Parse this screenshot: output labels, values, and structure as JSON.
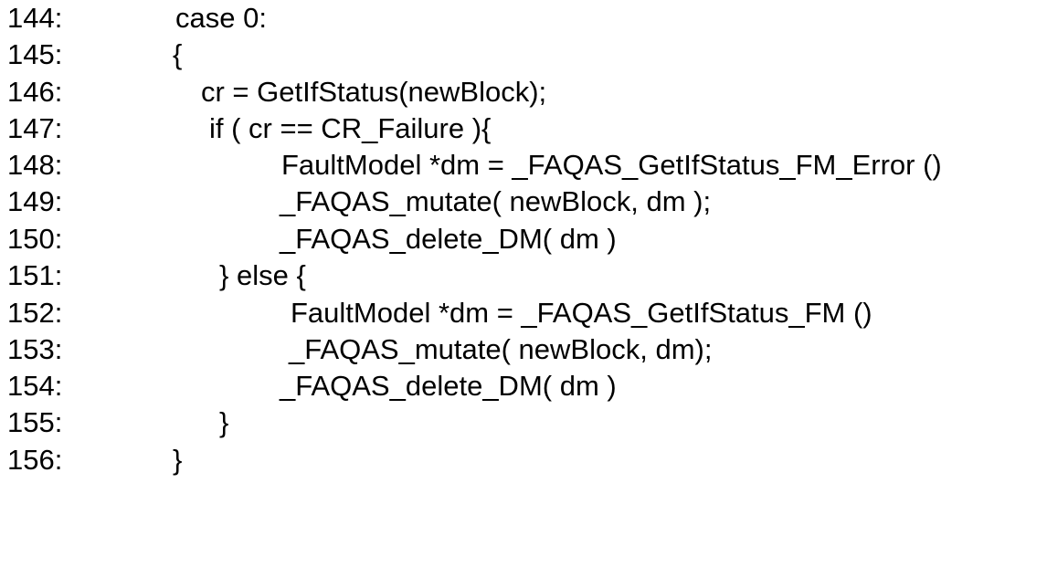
{
  "listing": {
    "lines": [
      {
        "number": "144:",
        "code": "case 0:"
      },
      {
        "number": "145:",
        "code": "{"
      },
      {
        "number": "146:",
        "code": "cr = GetIfStatus(newBlock);"
      },
      {
        "number": "147:",
        "code": "if ( cr == CR_Failure ){"
      },
      {
        "number": "148:",
        "code": "FaultModel *dm = _FAQAS_GetIfStatus_FM_Error ()"
      },
      {
        "number": "149:",
        "code": "_FAQAS_mutate( newBlock, dm );"
      },
      {
        "number": "150:",
        "code": "_FAQAS_delete_DM( dm )"
      },
      {
        "number": "151:",
        "code": "} else {"
      },
      {
        "number": "152:",
        "code": "FaultModel *dm = _FAQAS_GetIfStatus_FM ()"
      },
      {
        "number": "153:",
        "code": "_FAQAS_mutate( newBlock, dm);"
      },
      {
        "number": "154:",
        "code": "_FAQAS_delete_DM( dm )"
      },
      {
        "number": "155:",
        "code": "}"
      },
      {
        "number": "156:",
        "code": "}"
      }
    ]
  }
}
